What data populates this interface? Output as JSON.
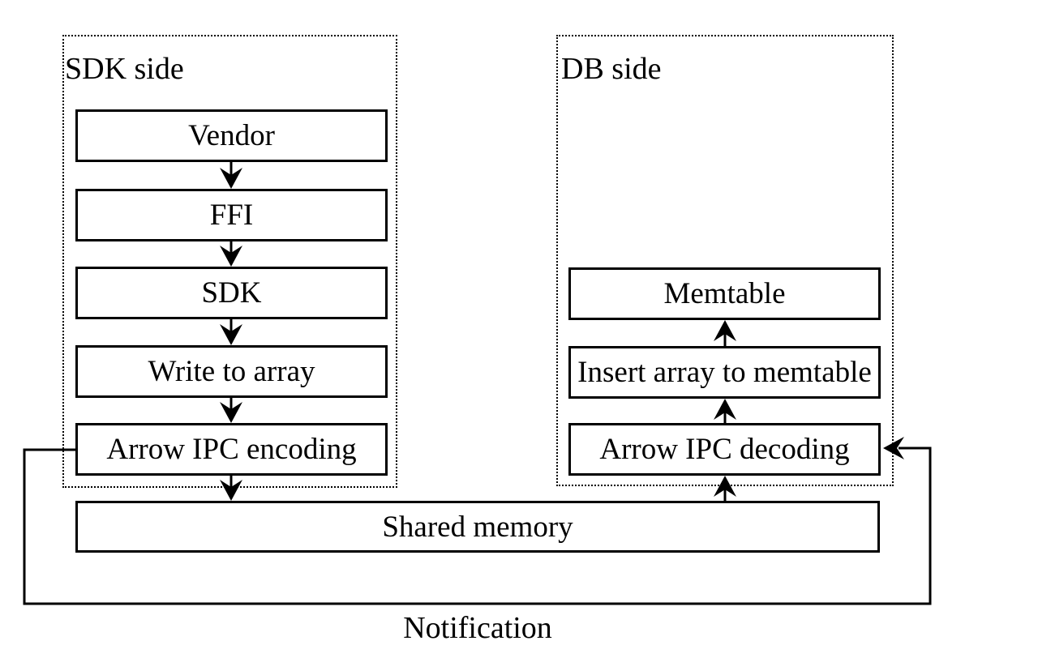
{
  "colors": {
    "background": "#ffffff",
    "line": "#000000",
    "text": "#000000"
  },
  "labels": {
    "sdk_panel": "SDK side",
    "db_panel": "DB side",
    "shared_memory": "Shared memory",
    "notification": "Notification"
  },
  "sdk_boxes": [
    "Vendor",
    "FFI",
    "SDK",
    "Write to array",
    "Arrow IPC encoding"
  ],
  "db_boxes": [
    "Memtable",
    "Insert array to memtable",
    "Arrow IPC decoding"
  ],
  "edges": [
    {
      "from": "Vendor",
      "to": "FFI"
    },
    {
      "from": "FFI",
      "to": "SDK"
    },
    {
      "from": "SDK",
      "to": "Write to array"
    },
    {
      "from": "Write to array",
      "to": "Arrow IPC encoding"
    },
    {
      "from": "Arrow IPC encoding",
      "to": "Shared memory"
    },
    {
      "from": "Shared memory",
      "to": "Arrow IPC decoding"
    },
    {
      "from": "Arrow IPC decoding",
      "to": "Insert array to memtable"
    },
    {
      "from": "Insert array to memtable",
      "to": "Memtable"
    },
    {
      "from": "Arrow IPC encoding",
      "to": "Arrow IPC decoding",
      "label_key": "notification"
    }
  ]
}
